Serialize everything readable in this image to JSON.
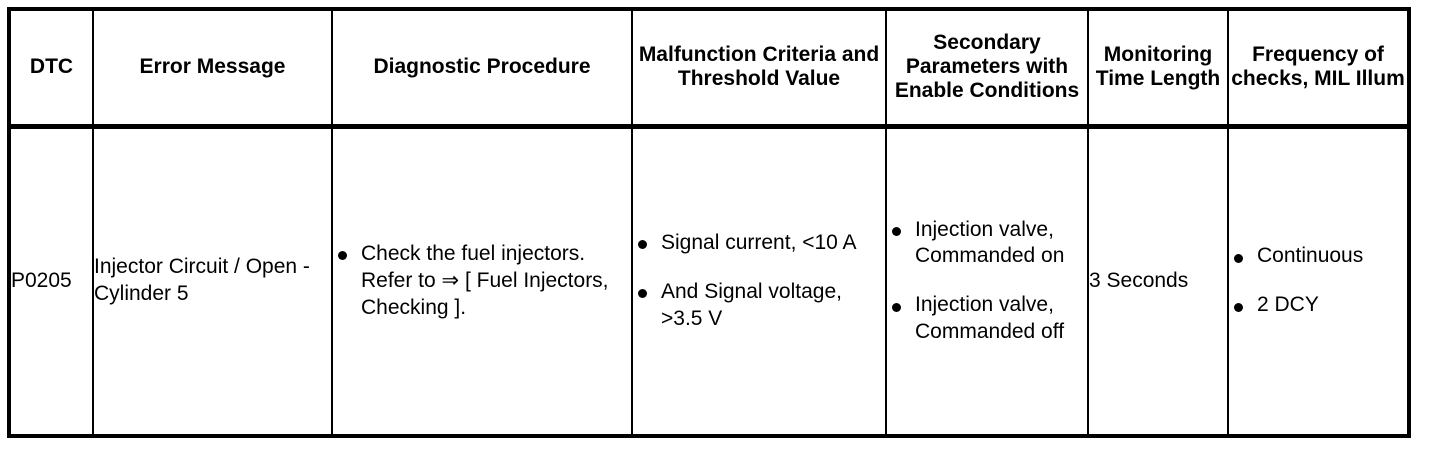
{
  "table": {
    "headers": [
      "DTC",
      "Error Message",
      "Diagnostic Procedure",
      "Malfunction Criteria and Threshold Value",
      "Secondary Parameters with Enable Conditions",
      "Monitoring Time Length",
      "Frequency of checks, MIL Illum"
    ],
    "rows": [
      {
        "dtc": "P0205",
        "error_message": "Injector Circuit / Open - Cylinder 5",
        "diagnostic_procedure": [
          "Check the fuel injectors. Refer to ⇒ [ Fuel Injectors, Checking ]."
        ],
        "malfunction_criteria": [
          "Signal current, <10 A",
          "And Signal voltage, >3.5 V"
        ],
        "secondary_parameters": [
          "Injection valve, Commanded on",
          "Injection valve, Commanded off"
        ],
        "monitoring_time_length": "3 Seconds",
        "frequency_of_checks": [
          "Continuous",
          "2 DCY"
        ]
      }
    ]
  },
  "style": {
    "border_color": "#000000",
    "background_color": "#ffffff",
    "text_color": "#000000"
  }
}
